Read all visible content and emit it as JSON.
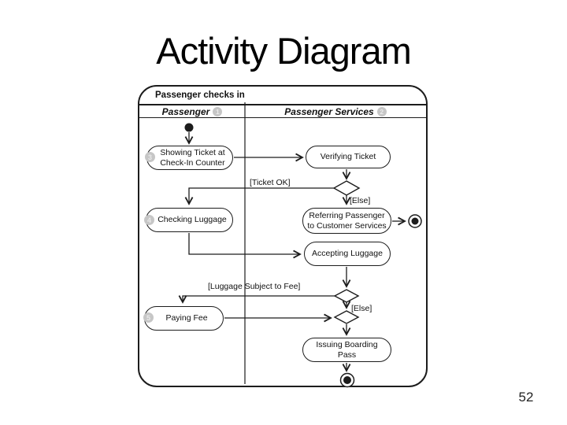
{
  "slide": {
    "title": "Activity Diagram",
    "page_number": "52"
  },
  "diagram": {
    "frame_title": "Passenger checks in",
    "lanes": [
      {
        "label": "Passenger",
        "badge": "1"
      },
      {
        "label": "Passenger Services",
        "badge": "2"
      }
    ],
    "activities": [
      {
        "lines": [
          "Showing Ticket at",
          "Check-In Counter"
        ],
        "badge": "3",
        "lane": "Passenger"
      },
      {
        "lines": [
          "Verifying Ticket"
        ],
        "lane": "Passenger Services"
      },
      {
        "lines": [
          "Checking Luggage"
        ],
        "badge": "4",
        "lane": "Passenger"
      },
      {
        "lines": [
          "Referring Passenger",
          "to Customer Services"
        ],
        "lane": "Passenger Services"
      },
      {
        "lines": [
          "Accepting Luggage"
        ],
        "lane": "Passenger Services"
      },
      {
        "lines": [
          "Paying Fee"
        ],
        "badge": "5",
        "lane": "Passenger"
      },
      {
        "lines": [
          "Issuing Boarding Pass"
        ],
        "lane": "Passenger Services"
      }
    ],
    "guards": {
      "ticket_ok": "[Ticket OK]",
      "else_ticket": "[Else]",
      "luggage_fee": "[Luggage Subject to Fee]",
      "else_luggage": "[Else]"
    },
    "control_nodes": [
      "initial",
      "decision-ticket",
      "decision-fee",
      "merge-fee",
      "final-referred",
      "final-boarding"
    ],
    "edges": [
      {
        "from": "initial",
        "to": "Showing Ticket at Check-In Counter"
      },
      {
        "from": "Showing Ticket at Check-In Counter",
        "to": "Verifying Ticket"
      },
      {
        "from": "Verifying Ticket",
        "to": "decision-ticket"
      },
      {
        "from": "decision-ticket",
        "to": "Checking Luggage",
        "guard": "[Ticket OK]"
      },
      {
        "from": "decision-ticket",
        "to": "Referring Passenger to Customer Services",
        "guard": "[Else]"
      },
      {
        "from": "Referring Passenger to Customer Services",
        "to": "final-referred"
      },
      {
        "from": "Checking Luggage",
        "to": "Accepting Luggage"
      },
      {
        "from": "Accepting Luggage",
        "to": "decision-fee"
      },
      {
        "from": "decision-fee",
        "to": "Paying Fee",
        "guard": "[Luggage Subject to Fee]"
      },
      {
        "from": "decision-fee",
        "to": "merge-fee",
        "guard": "[Else]"
      },
      {
        "from": "Paying Fee",
        "to": "merge-fee"
      },
      {
        "from": "merge-fee",
        "to": "Issuing Boarding Pass"
      },
      {
        "from": "Issuing Boarding Pass",
        "to": "final-boarding"
      }
    ],
    "colors": {
      "ink": "#1c1c1c",
      "badge_fill": "#c6c6c6",
      "badge_text": "#ebebeb",
      "background": "#ffffff"
    }
  }
}
